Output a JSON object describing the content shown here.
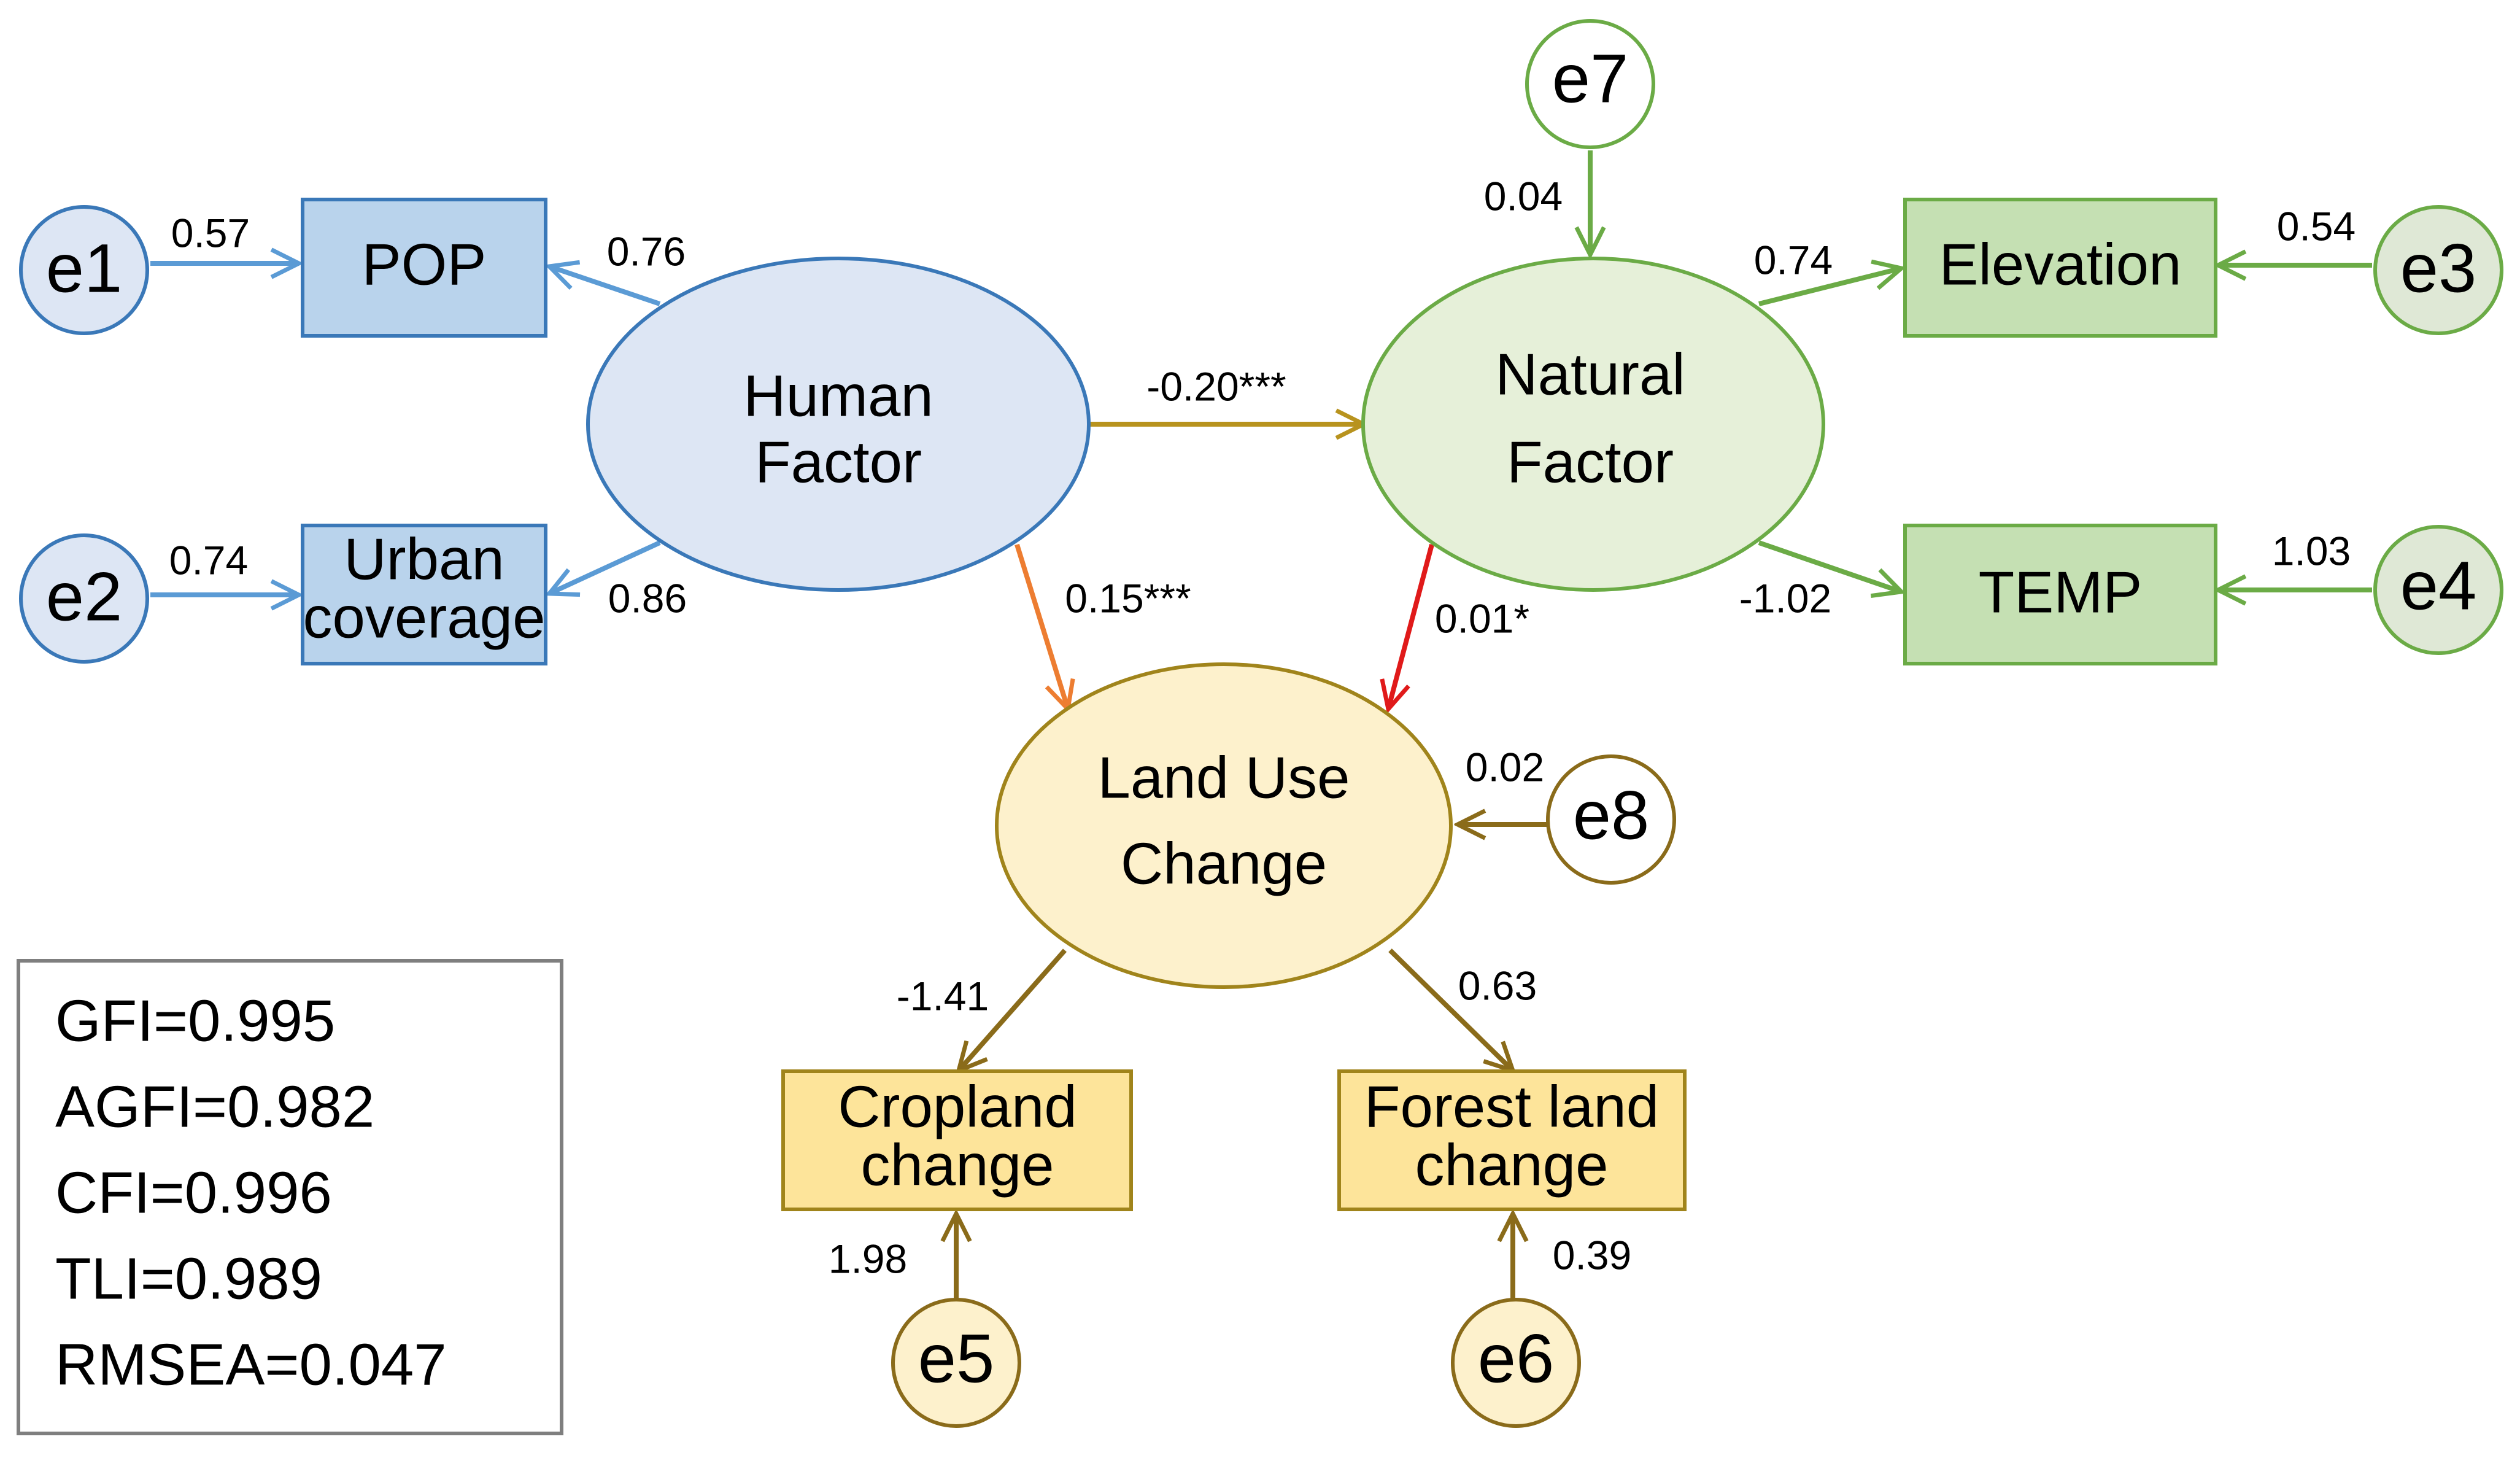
{
  "colors": {
    "human_stroke": "#3a78b8",
    "human_fill": "#dde6f4",
    "indicator_blue_fill": "#b9d3ec",
    "indicator_blue_stroke": "#3a78b8",
    "blue_arrow": "#5b9bd5",
    "natural_stroke": "#6bab46",
    "natural_fill": "#e6f0d9",
    "indicator_green_fill": "#c5e0b3",
    "natural_error_fill": "#dfe8d6",
    "green_arrow": "#6bab46",
    "land_stroke": "#a0841b",
    "land_fill": "#fdf1cc",
    "indicator_yellow_fill": "#fde49a",
    "land_arrow": "#8a6b1a",
    "path_human_natural": "#b8931e",
    "path_human_land": "#ed7d31",
    "path_natural_land": "#e01a1a",
    "fit_box_stroke": "#7f7f7f"
  },
  "latent": {
    "human": {
      "line1": "Human",
      "line2": "Factor"
    },
    "natural": {
      "line1": "Natural",
      "line2": "Factor"
    },
    "land": {
      "line1": "Land Use",
      "line2": "Change"
    }
  },
  "indicators": {
    "pop": {
      "line1": "POP"
    },
    "urban": {
      "line1": "Urban",
      "line2": "coverage"
    },
    "elevation": {
      "line1": "Elevation"
    },
    "temp": {
      "line1": "TEMP"
    },
    "cropland": {
      "line1": "Cropland",
      "line2": "change"
    },
    "forest": {
      "line1": "Forest land",
      "line2": "change"
    }
  },
  "errors": {
    "e1": "e1",
    "e2": "e2",
    "e3": "e3",
    "e4": "e4",
    "e5": "e5",
    "e6": "e6",
    "e7": "e7",
    "e8": "e8"
  },
  "coefficients": {
    "e1_pop": "0.57",
    "e2_urban": "0.74",
    "human_pop": "0.76",
    "human_urban": "0.86",
    "human_natural": "-0.20***",
    "human_land": "0.15***",
    "natural_land": "0.01*",
    "e7_natural": "0.04",
    "natural_elevation": "0.74",
    "natural_temp": "-1.02",
    "e3_elevation": "0.54",
    "e4_temp": "1.03",
    "e8_land": "0.02",
    "land_cropland": "-1.41",
    "land_forest": "0.63",
    "e5_cropland": "1.98",
    "e6_forest": "0.39"
  },
  "fit_indices": [
    "GFI=0.995",
    "AGFI=0.982",
    "CFI=0.996",
    "TLI=0.989",
    "RMSEA=0.047"
  ]
}
